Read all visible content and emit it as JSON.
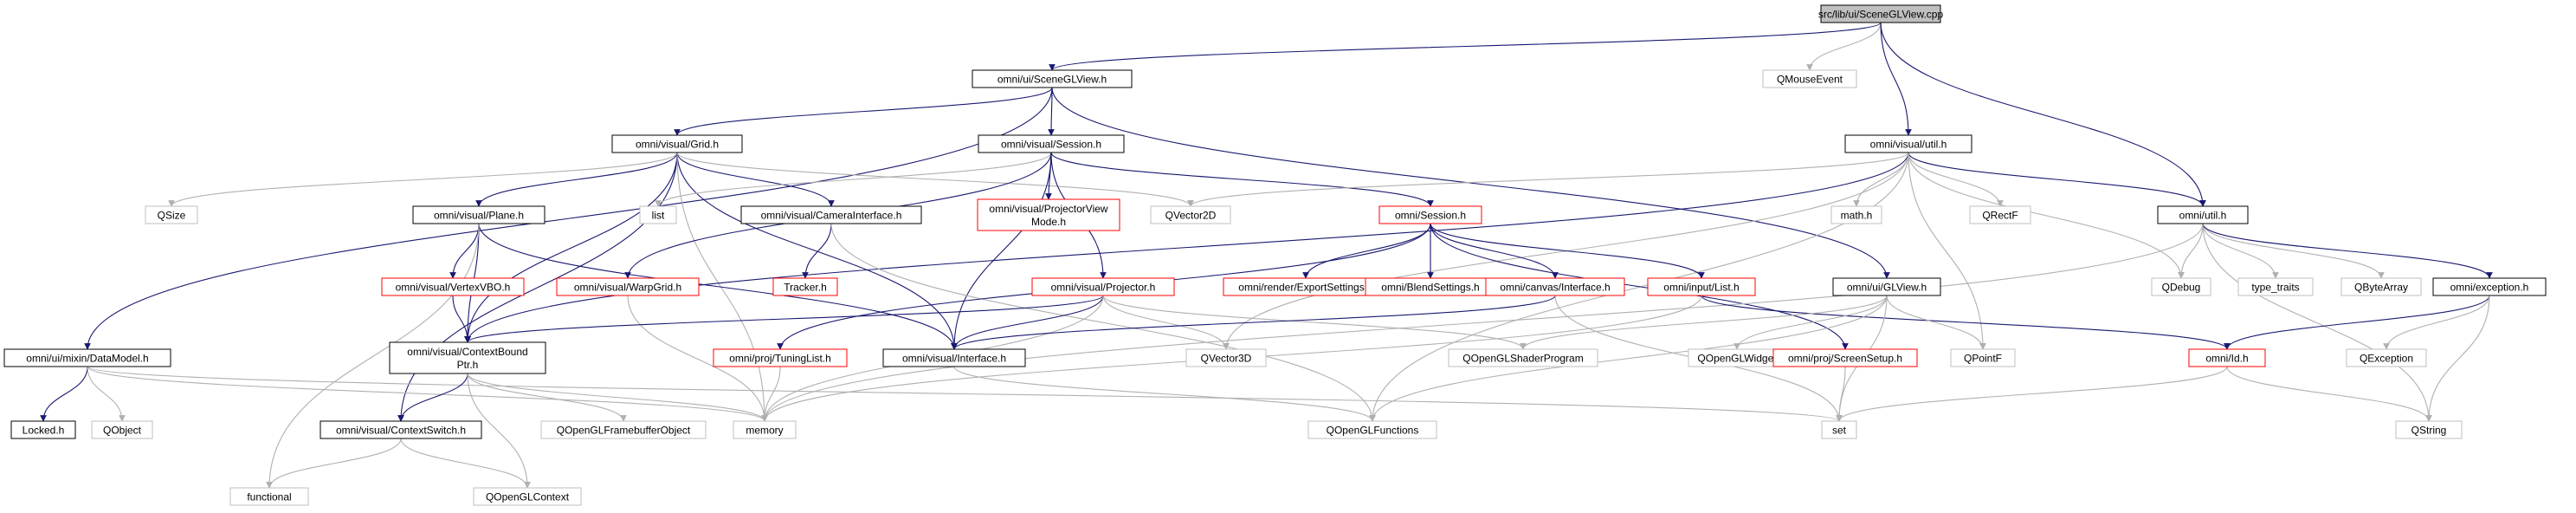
{
  "diagram": {
    "colors": {
      "edge": "#191970",
      "edge_gray": "#b0b0b0",
      "root_fill": "#bfbfbf",
      "border_black": "#000000",
      "border_red": "#ff0000",
      "border_gray": "#bfbfbf",
      "text": "#000000"
    },
    "nodes": [
      {
        "id": "scenegl_cpp",
        "lines": [
          "src/lib/ui/SceneGLView.cpp"
        ],
        "style": "root"
      },
      {
        "id": "ui_scenegl_h",
        "lines": [
          "omni/ui/SceneGLView.h"
        ],
        "style": "black"
      },
      {
        "id": "qmouseevent",
        "lines": [
          "QMouseEvent"
        ],
        "style": "gray"
      },
      {
        "id": "visual_grid_h",
        "lines": [
          "omni/visual/Grid.h"
        ],
        "style": "black"
      },
      {
        "id": "visual_session_h",
        "lines": [
          "omni/visual/Session.h"
        ],
        "style": "black"
      },
      {
        "id": "visual_util_h",
        "lines": [
          "omni/visual/util.h"
        ],
        "style": "black"
      },
      {
        "id": "qsize",
        "lines": [
          "QSize"
        ],
        "style": "gray"
      },
      {
        "id": "visual_plane_h",
        "lines": [
          "omni/visual/Plane.h"
        ],
        "style": "black"
      },
      {
        "id": "list",
        "lines": [
          "list"
        ],
        "style": "gray"
      },
      {
        "id": "camera_h",
        "lines": [
          "omni/visual/CameraInterface.h"
        ],
        "style": "black"
      },
      {
        "id": "projview_h",
        "lines": [
          "omni/visual/ProjectorView",
          "Mode.h"
        ],
        "style": "red"
      },
      {
        "id": "qvector2d",
        "lines": [
          "QVector2D"
        ],
        "style": "gray"
      },
      {
        "id": "session_h",
        "lines": [
          "omni/Session.h"
        ],
        "style": "red"
      },
      {
        "id": "math_h",
        "lines": [
          "math.h"
        ],
        "style": "gray"
      },
      {
        "id": "qrectf",
        "lines": [
          "QRectF"
        ],
        "style": "gray"
      },
      {
        "id": "util_h",
        "lines": [
          "omni/util.h"
        ],
        "style": "black"
      },
      {
        "id": "vertexvbo_h",
        "lines": [
          "omni/visual/VertexVBO.h"
        ],
        "style": "red"
      },
      {
        "id": "tracker_h",
        "lines": [
          "Tracker.h"
        ],
        "style": "red"
      },
      {
        "id": "warpgrid_h",
        "lines": [
          "omni/visual/WarpGrid.h"
        ],
        "style": "red"
      },
      {
        "id": "projector_h",
        "lines": [
          "omni/visual/Projector.h"
        ],
        "style": "red"
      },
      {
        "id": "exportsettings_h",
        "lines": [
          "omni/render/ExportSettings.h"
        ],
        "style": "red"
      },
      {
        "id": "blendsettings_h",
        "lines": [
          "omni/BlendSettings.h"
        ],
        "style": "red"
      },
      {
        "id": "canvas_h",
        "lines": [
          "omni/canvas/Interface.h"
        ],
        "style": "red"
      },
      {
        "id": "inputlist_h",
        "lines": [
          "omni/input/List.h"
        ],
        "style": "red"
      },
      {
        "id": "glview_h",
        "lines": [
          "omni/ui/GLView.h"
        ],
        "style": "black"
      },
      {
        "id": "qdebug",
        "lines": [
          "QDebug"
        ],
        "style": "gray"
      },
      {
        "id": "type_traits",
        "lines": [
          "type_traits"
        ],
        "style": "gray"
      },
      {
        "id": "qbytearray",
        "lines": [
          "QByteArray"
        ],
        "style": "gray"
      },
      {
        "id": "exception_h",
        "lines": [
          "omni/exception.h"
        ],
        "style": "black"
      },
      {
        "id": "datamodel_h",
        "lines": [
          "omni/ui/mixin/DataModel.h"
        ],
        "style": "black"
      },
      {
        "id": "contextbound_h",
        "lines": [
          "omni/visual/ContextBound",
          "Ptr.h"
        ],
        "style": "black"
      },
      {
        "id": "tuninglist_h",
        "lines": [
          "omni/proj/TuningList.h"
        ],
        "style": "red"
      },
      {
        "id": "interface_h",
        "lines": [
          "omni/visual/Interface.h"
        ],
        "style": "black"
      },
      {
        "id": "qvector3d",
        "lines": [
          "QVector3D"
        ],
        "style": "gray"
      },
      {
        "id": "qopenglshader",
        "lines": [
          "QOpenGLShaderProgram"
        ],
        "style": "gray"
      },
      {
        "id": "qopenglwidget",
        "lines": [
          "QOpenGLWidget"
        ],
        "style": "gray"
      },
      {
        "id": "screensetup_h",
        "lines": [
          "omni/proj/ScreenSetup.h"
        ],
        "style": "red"
      },
      {
        "id": "qpointf",
        "lines": [
          "QPointF"
        ],
        "style": "gray"
      },
      {
        "id": "id_h",
        "lines": [
          "omni/Id.h"
        ],
        "style": "red"
      },
      {
        "id": "qexception",
        "lines": [
          "QException"
        ],
        "style": "gray"
      },
      {
        "id": "locked_h",
        "lines": [
          "Locked.h"
        ],
        "style": "black"
      },
      {
        "id": "qobject",
        "lines": [
          "QObject"
        ],
        "style": "gray"
      },
      {
        "id": "contextswitch_h",
        "lines": [
          "omni/visual/ContextSwitch.h"
        ],
        "style": "black"
      },
      {
        "id": "qopenglfbo",
        "lines": [
          "QOpenGLFramebufferObject"
        ],
        "style": "gray"
      },
      {
        "id": "memory",
        "lines": [
          "memory"
        ],
        "style": "gray"
      },
      {
        "id": "qopenglfunctions",
        "lines": [
          "QOpenGLFunctions"
        ],
        "style": "gray"
      },
      {
        "id": "set",
        "lines": [
          "set"
        ],
        "style": "gray"
      },
      {
        "id": "qstring",
        "lines": [
          "QString"
        ],
        "style": "gray"
      },
      {
        "id": "functional",
        "lines": [
          "functional"
        ],
        "style": "gray"
      },
      {
        "id": "qopenglcontext",
        "lines": [
          "QOpenGLContext"
        ],
        "style": "gray"
      }
    ],
    "edges": [
      [
        "scenegl_cpp",
        "ui_scenegl_h"
      ],
      [
        "scenegl_cpp",
        "qmouseevent"
      ],
      [
        "scenegl_cpp",
        "visual_util_h"
      ],
      [
        "scenegl_cpp",
        "util_h"
      ],
      [
        "ui_scenegl_h",
        "datamodel_h"
      ],
      [
        "ui_scenegl_h",
        "visual_grid_h"
      ],
      [
        "ui_scenegl_h",
        "visual_session_h"
      ],
      [
        "ui_scenegl_h",
        "glview_h"
      ],
      [
        "visual_grid_h",
        "qsize"
      ],
      [
        "visual_grid_h",
        "visual_plane_h"
      ],
      [
        "visual_grid_h",
        "camera_h"
      ],
      [
        "visual_grid_h",
        "contextbound_h"
      ],
      [
        "visual_grid_h",
        "interface_h"
      ],
      [
        "visual_grid_h",
        "qvector2d"
      ],
      [
        "visual_grid_h",
        "contextswitch_h"
      ],
      [
        "visual_grid_h",
        "memory"
      ],
      [
        "visual_session_h",
        "list"
      ],
      [
        "visual_session_h",
        "projview_h"
      ],
      [
        "visual_session_h",
        "session_h"
      ],
      [
        "visual_session_h",
        "warpgrid_h"
      ],
      [
        "visual_session_h",
        "projector_h"
      ],
      [
        "visual_session_h",
        "interface_h"
      ],
      [
        "visual_util_h",
        "qvector2d"
      ],
      [
        "visual_util_h",
        "math_h"
      ],
      [
        "visual_util_h",
        "qrectf"
      ],
      [
        "visual_util_h",
        "util_h"
      ],
      [
        "visual_util_h",
        "qdebug"
      ],
      [
        "visual_util_h",
        "qpointf"
      ],
      [
        "visual_util_h",
        "contextbound_h"
      ],
      [
        "visual_util_h",
        "qvector3d"
      ],
      [
        "visual_util_h",
        "qopenglfunctions"
      ],
      [
        "visual_plane_h",
        "vertexvbo_h"
      ],
      [
        "visual_plane_h",
        "contextbound_h"
      ],
      [
        "visual_plane_h",
        "interface_h"
      ],
      [
        "visual_plane_h",
        "functional"
      ],
      [
        "camera_h",
        "tracker_h"
      ],
      [
        "camera_h",
        "qopenglfunctions"
      ],
      [
        "session_h",
        "tuninglist_h"
      ],
      [
        "session_h",
        "exportsettings_h"
      ],
      [
        "session_h",
        "blendsettings_h"
      ],
      [
        "session_h",
        "canvas_h"
      ],
      [
        "session_h",
        "inputlist_h"
      ],
      [
        "session_h",
        "screensetup_h"
      ],
      [
        "util_h",
        "qdebug"
      ],
      [
        "util_h",
        "type_traits"
      ],
      [
        "util_h",
        "qbytearray"
      ],
      [
        "util_h",
        "exception_h"
      ],
      [
        "util_h",
        "qstring"
      ],
      [
        "util_h",
        "memory"
      ],
      [
        "vertexvbo_h",
        "contextbound_h"
      ],
      [
        "warpgrid_h",
        "memory"
      ],
      [
        "projector_h",
        "contextbound_h"
      ],
      [
        "projector_h",
        "interface_h"
      ],
      [
        "projector_h",
        "qvector3d"
      ],
      [
        "projector_h",
        "qopenglshader"
      ],
      [
        "projector_h",
        "memory"
      ],
      [
        "canvas_h",
        "interface_h"
      ],
      [
        "canvas_h",
        "set"
      ],
      [
        "inputlist_h",
        "id_h"
      ],
      [
        "inputlist_h",
        "memory"
      ],
      [
        "glview_h",
        "qopenglshader"
      ],
      [
        "glview_h",
        "qopenglwidget"
      ],
      [
        "glview_h",
        "qpointf"
      ],
      [
        "glview_h",
        "set"
      ],
      [
        "glview_h",
        "qopenglfunctions"
      ],
      [
        "exception_h",
        "id_h"
      ],
      [
        "exception_h",
        "qexception"
      ],
      [
        "exception_h",
        "qstring"
      ],
      [
        "datamodel_h",
        "locked_h"
      ],
      [
        "datamodel_h",
        "qobject"
      ],
      [
        "datamodel_h",
        "memory"
      ],
      [
        "datamodel_h",
        "set"
      ],
      [
        "contextbound_h",
        "contextswitch_h"
      ],
      [
        "contextbound_h",
        "qopenglfbo"
      ],
      [
        "contextbound_h",
        "memory"
      ],
      [
        "contextbound_h",
        "qopenglcontext"
      ],
      [
        "tuninglist_h",
        "memory"
      ],
      [
        "interface_h",
        "qopenglfunctions"
      ],
      [
        "screensetup_h",
        "set"
      ],
      [
        "id_h",
        "qstring"
      ],
      [
        "id_h",
        "set"
      ],
      [
        "contextswitch_h",
        "functional"
      ],
      [
        "contextswitch_h",
        "qopenglcontext"
      ]
    ]
  }
}
